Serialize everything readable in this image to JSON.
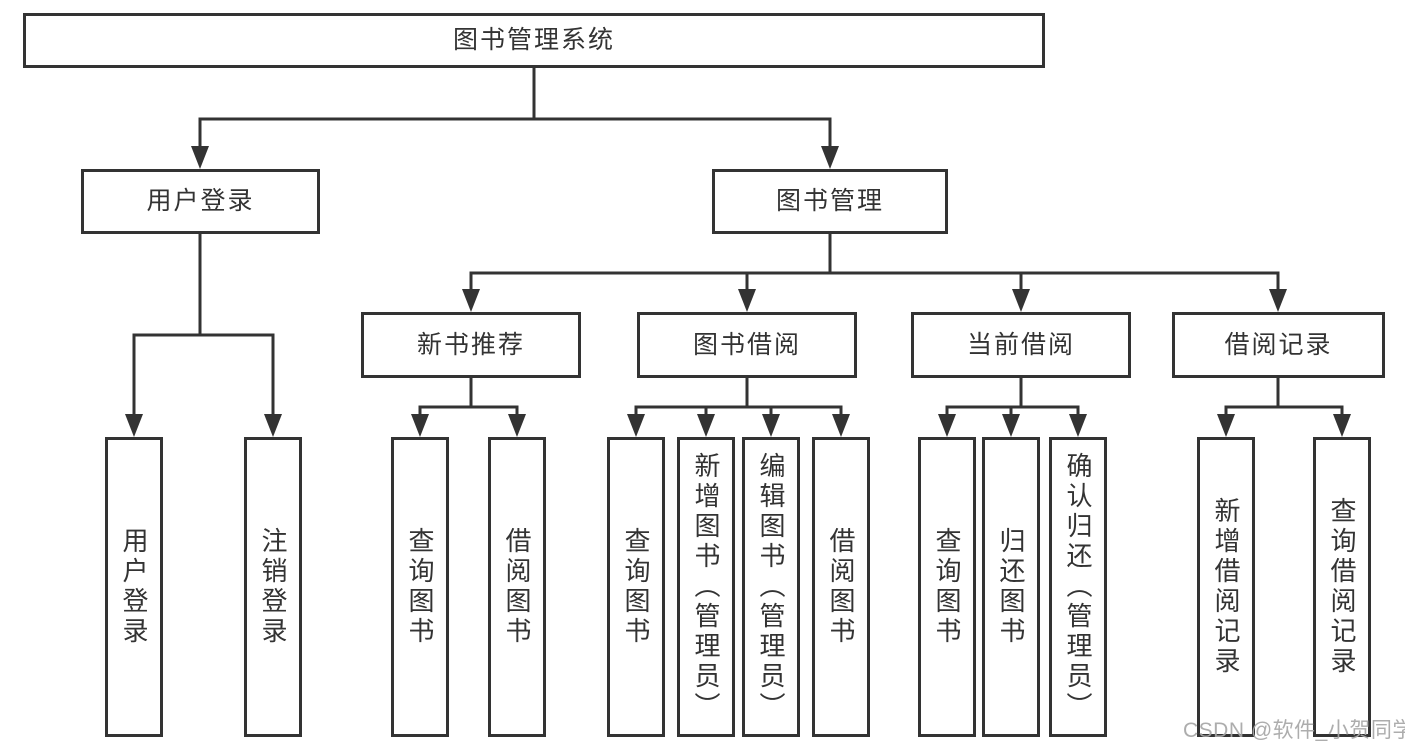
{
  "diagram": {
    "type": "functional-structure-tree",
    "colors": {
      "line": "#333333",
      "box_border": "#333333",
      "text": "#333333",
      "watermark": "#a6a6a6",
      "background": "#ffffff"
    },
    "tree": {
      "root": {
        "label": "图书管理系统",
        "children": [
          {
            "label": "用户登录",
            "children": [
              {
                "label": "用户登录"
              },
              {
                "label": "注销登录"
              }
            ]
          },
          {
            "label": "图书管理",
            "children": [
              {
                "label": "新书推荐",
                "children": [
                  {
                    "label": "查询图书"
                  },
                  {
                    "label": "借阅图书"
                  }
                ]
              },
              {
                "label": "图书借阅",
                "children": [
                  {
                    "label": "查询图书"
                  },
                  {
                    "label": "新增图书（管理员）"
                  },
                  {
                    "label": "编辑图书（管理员）"
                  },
                  {
                    "label": "借阅图书"
                  }
                ]
              },
              {
                "label": "当前借阅",
                "children": [
                  {
                    "label": "查询图书"
                  },
                  {
                    "label": "归还图书"
                  },
                  {
                    "label": "确认归还（管理员）"
                  }
                ]
              },
              {
                "label": "借阅记录",
                "children": [
                  {
                    "label": "新增借阅记录"
                  },
                  {
                    "label": "查询借阅记录"
                  }
                ]
              }
            ]
          }
        ]
      }
    },
    "watermark": {
      "text": "CSDN @软件_小贺同学"
    }
  }
}
